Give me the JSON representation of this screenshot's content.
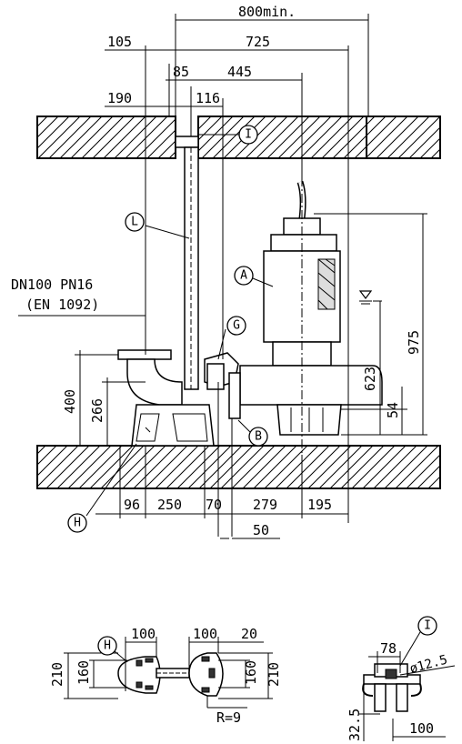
{
  "dimensions": {
    "d800": "800min.",
    "d725": "725",
    "d105": "105",
    "d85": "85",
    "d445": "445",
    "d190": "190",
    "d116": "116",
    "d975": "975",
    "d623": "623",
    "d54": "54",
    "d400": "400",
    "d266": "266",
    "d96": "96",
    "d250": "250",
    "d70": "70",
    "d279": "279",
    "d195": "195",
    "d50": "50",
    "bot_100a": "100",
    "bot_100b": "100",
    "bot_20": "20",
    "bot_210a": "210",
    "bot_160a": "160",
    "bot_160b": "160",
    "bot_210b": "210",
    "bot_r9": "R=9",
    "bot_78": "78",
    "bot_phi": "ø12.5",
    "bot_325": "32.5",
    "bot_100c": "100"
  },
  "flange": {
    "line1": "DN100 PN16",
    "line2": "(EN 1092)"
  },
  "labels": {
    "I": "I",
    "L": "L",
    "A": "A",
    "G": "G",
    "B": "B",
    "H": "H",
    "H2": "H",
    "I2": "I"
  }
}
